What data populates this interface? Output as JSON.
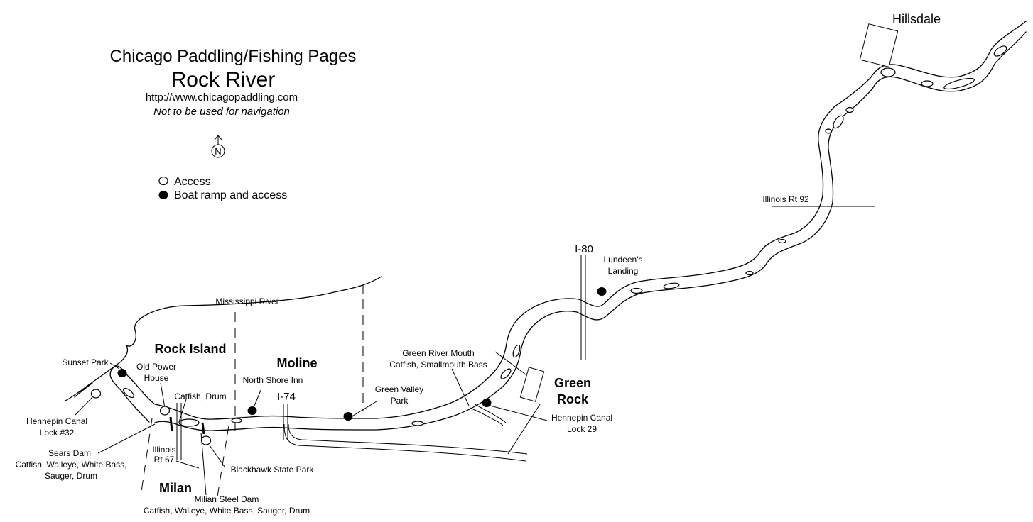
{
  "header": {
    "title": "Chicago Paddling/Fishing Pages",
    "subtitle": "Rock River",
    "url": "http://www.chicagopaddling.com",
    "disclaimer": "Not to be used for navigation"
  },
  "compass": {
    "letter": "N",
    "icon": "north-arrow-icon"
  },
  "legend": {
    "access": "Access",
    "boat_ramp": "Boat ramp and access"
  },
  "towns": {
    "hillsdale": "Hillsdale",
    "rock_island": "Rock Island",
    "moline": "Moline",
    "green_rock_1": "Green",
    "green_rock_2": "Rock",
    "milan": "Milan"
  },
  "waters": {
    "mississippi": "Mississippi River"
  },
  "roads": {
    "rt92": "Illinois Rt 92",
    "i80": "I-80",
    "i74": "I-74",
    "rt67_1": "Illinois",
    "rt67_2": "Rt 67"
  },
  "sites": {
    "lundeens_1": "Lundeen's",
    "lundeens_2": "Landing",
    "green_river_1": "Green River Mouth",
    "green_river_2": "Catfish, Smallmouth Bass",
    "green_valley_1": "Green Valley",
    "green_valley_2": "Park",
    "north_shore": "North Shore Inn",
    "hennepin29_1": "Hennepin Canal",
    "hennepin29_2": "Lock 29",
    "sunset_park": "Sunset Park",
    "old_power_1": "Old Power",
    "old_power_2": "House",
    "catfish_drum": "Catfish, Drum",
    "hennepin32_1": "Hennepin Canal",
    "hennepin32_2": "Lock #32",
    "sears_1": "Sears Dam",
    "sears_2": "Catfish, Walleye, White Bass,",
    "sears_3": "Sauger, Drum",
    "blackhawk": "Blackhawk State Park",
    "milan_dam_1": "Milian Steel Dam",
    "milan_dam_2": "Catfish, Walleye, White Bass, Sauger, Drum"
  },
  "colors": {
    "ink": "#000000",
    "paper": "#ffffff"
  }
}
